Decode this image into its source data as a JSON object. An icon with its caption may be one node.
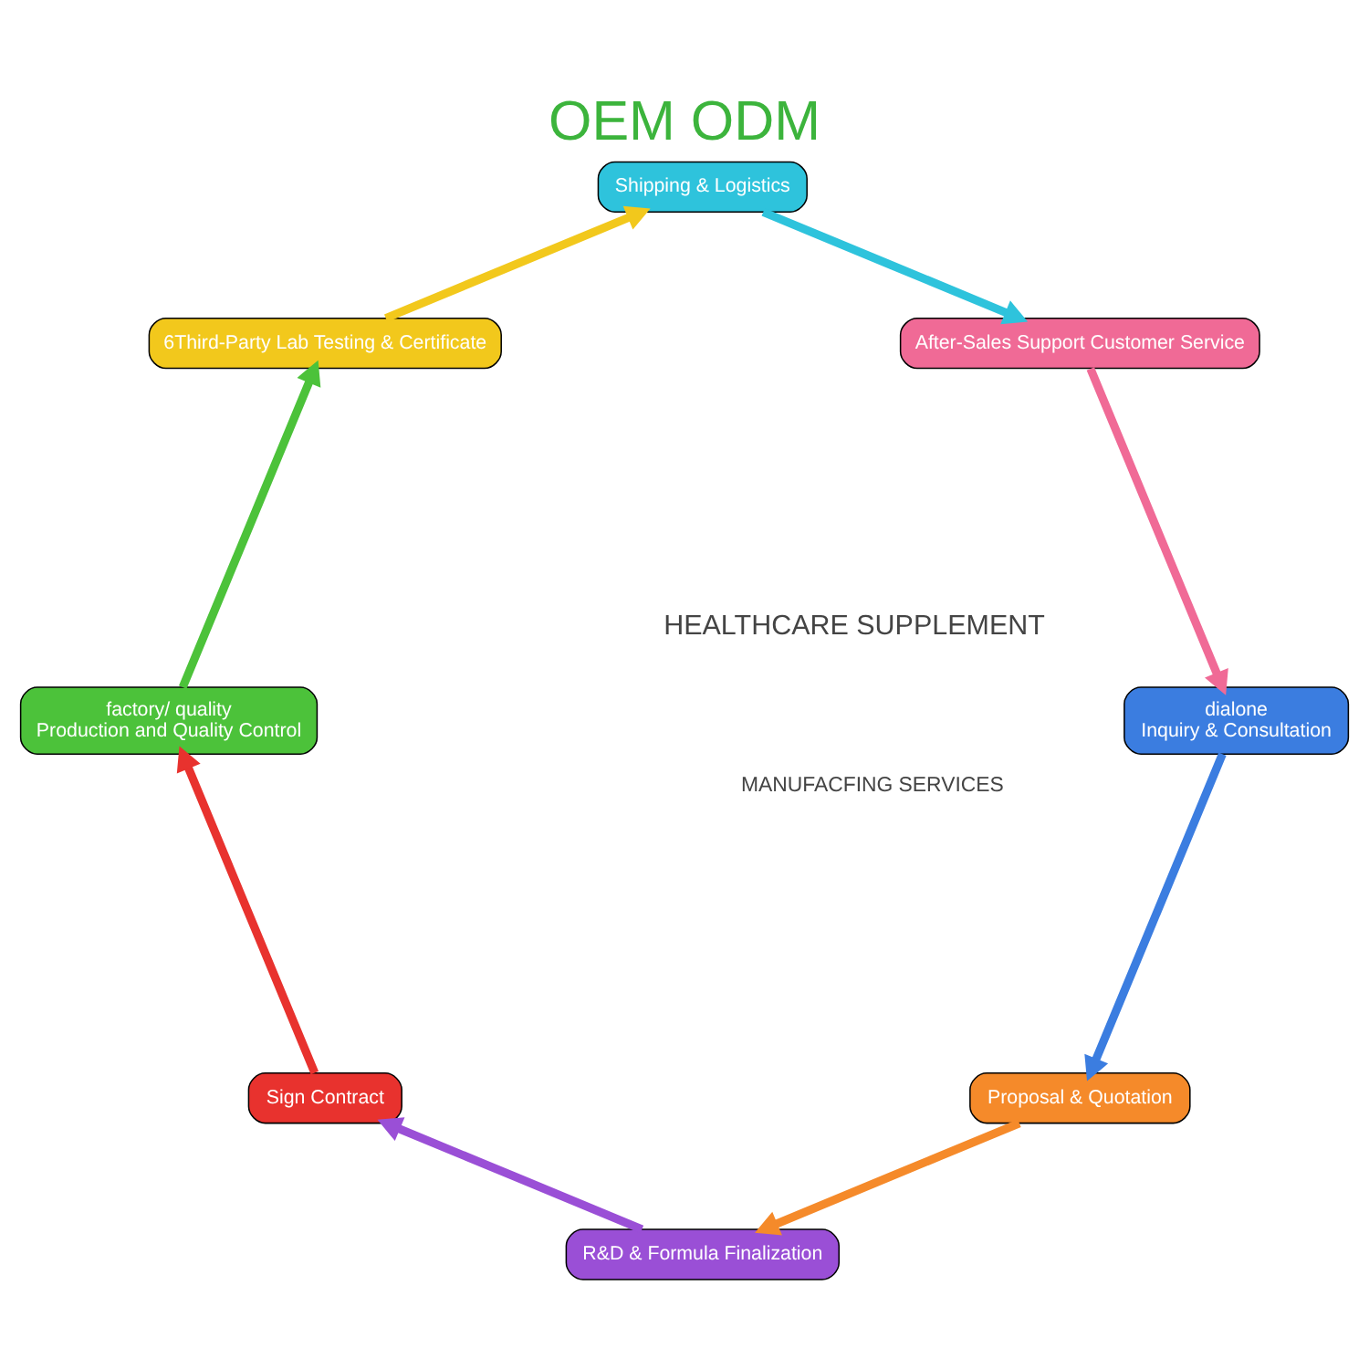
{
  "diagram": {
    "title": "OEM ODM",
    "nodes": [
      {
        "text": [
          "Proposal & Quotation"
        ]
      },
      {
        "text": [
          "R&D & Formula Finalization"
        ]
      },
      {
        "text": [
          "dialone",
          "Inquiry & Consultation"
        ]
      },
      {
        "text": [
          "Sign Contract"
        ]
      },
      {
        "text": [
          "After-Sales Support Customer Service"
        ]
      },
      {
        "text": [
          "factory/ quality",
          "Production and Quality Control"
        ]
      },
      {
        "text": [
          "Shipping & Logistics"
        ]
      },
      {
        "text": [
          "6Third-Party Lab Testing & Certificate"
        ]
      }
    ],
    "edges": [
      {
        "from": 2,
        "to": 0,
        "arrow": "to",
        "color": "#3b7de0"
      },
      {
        "from": 0,
        "to": 1,
        "arrow": "to",
        "color": "#f58a2a"
      },
      {
        "from": 1,
        "to": 3,
        "arrow": "to",
        "color": "#9a4fd6"
      },
      {
        "from": 3,
        "to": 5,
        "arrow": "to",
        "color": "#e8322e"
      },
      {
        "from": 5,
        "to": 7,
        "arrow": "to",
        "color": "#4cc23a"
      },
      {
        "from": 7,
        "to": 6,
        "arrow": "to",
        "color": "#f2c81c"
      },
      {
        "from": 6,
        "to": 4,
        "arrow": "to",
        "color": "#2ec3dc"
      },
      {
        "from": 4,
        "to": 2,
        "arrow": "to",
        "color": "#f06a96"
      }
    ],
    "labels": [
      "HEALTHCARE SUPPLEMENT",
      "MANUFACFING SERVICES"
    ]
  }
}
